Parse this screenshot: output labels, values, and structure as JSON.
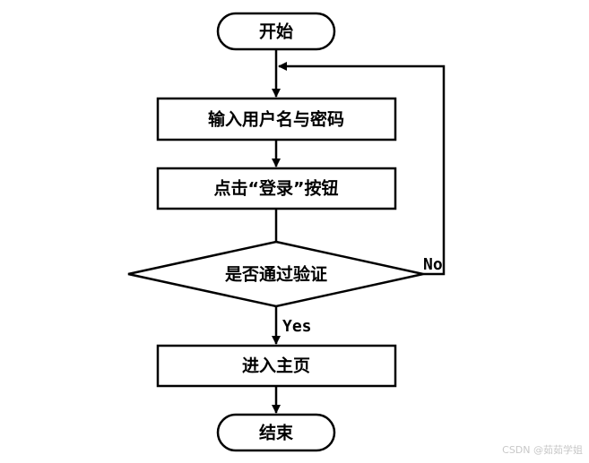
{
  "flowchart": {
    "start": "开始",
    "step_input": "输入用户名与密码",
    "step_click": "点击“登录”按钮",
    "decision": "是否通过验证",
    "step_enter": "进入主页",
    "end": "结束",
    "label_no": "No",
    "label_yes": "Yes"
  },
  "watermark": "CSDN @茹茹学姐",
  "colors": {
    "stroke": "#000000",
    "fill": "#ffffff",
    "watermark": "#c8c8c8"
  }
}
